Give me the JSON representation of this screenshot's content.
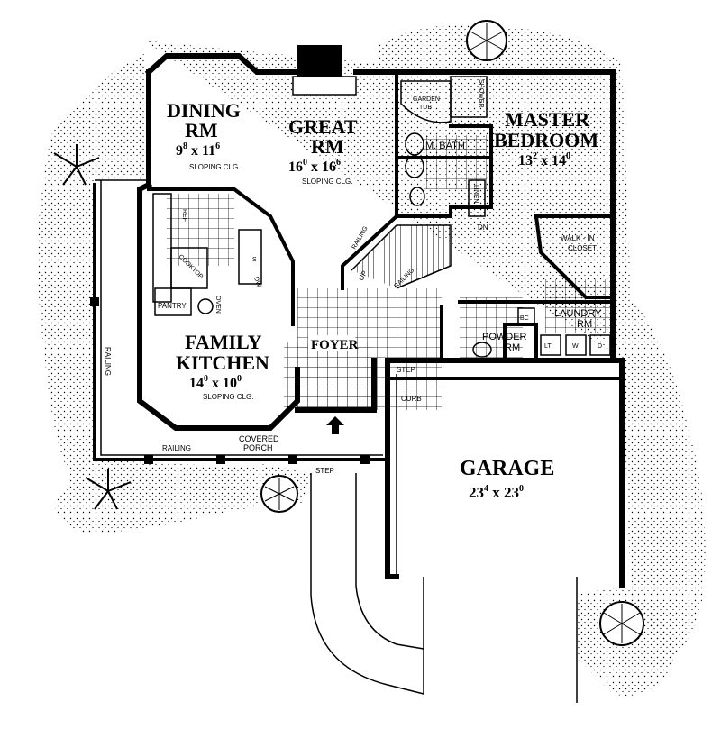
{
  "rooms": {
    "dining": {
      "name1": "DINING",
      "name2": "RM",
      "w": "9",
      "w_in": "8",
      "h": "11",
      "h_in": "6",
      "note": "SLOPING CLG."
    },
    "great": {
      "name1": "GREAT",
      "name2": "RM",
      "w": "16",
      "w_in": "0",
      "h": "16",
      "h_in": "6",
      "note": "SLOPING CLG."
    },
    "master": {
      "name1": "MASTER",
      "name2": "BEDROOM",
      "w": "13",
      "w_in": "2",
      "h": "14",
      "h_in": "0"
    },
    "kitchen": {
      "name1": "FAMILY",
      "name2": "KITCHEN",
      "w": "14",
      "w_in": "0",
      "h": "10",
      "h_in": "0",
      "note": "SLOPING CLG."
    },
    "garage": {
      "name1": "GARAGE",
      "w": "23",
      "w_in": "4",
      "h": "23",
      "h_in": "0"
    },
    "foyer": "FOYER",
    "mbath": "M. BATH",
    "powder1": "POWDER",
    "powder2": "RM",
    "laundry1": "LAUNDRY",
    "laundry2": "RM",
    "walkin1": "WALK - IN",
    "walkin2": "CLOSET",
    "covered1": "COVERED",
    "covered2": "PORCH"
  },
  "fixtures": {
    "garden_tub1": "GARDEN",
    "garden_tub2": "TUB",
    "shower": "SHOWER",
    "linen": "LINEN",
    "dn": "DN",
    "up": "UP",
    "ref": "REF",
    "cooktop": "COOKTOP",
    "oven": "OVEN",
    "dw": "DW",
    "pantry": "PANTRY",
    "s": "S",
    "bc": "BC",
    "lt": "LT",
    "w": "W",
    "d": "D"
  },
  "annotations": {
    "railing": "RAILING",
    "step": "STEP",
    "curb": "CURB"
  }
}
